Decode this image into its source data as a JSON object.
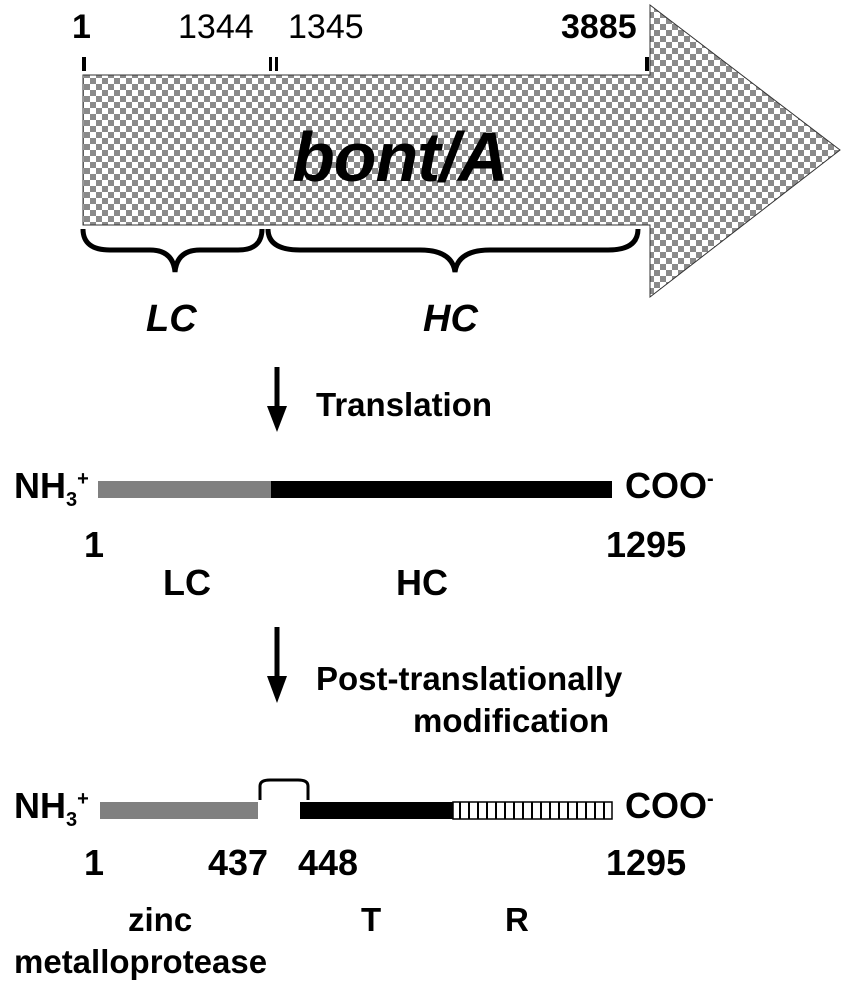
{
  "gene": {
    "name": "bont/A",
    "coord_start": "1",
    "coord_lc_end": "1344",
    "coord_hc_start": "1345",
    "coord_end": "3885",
    "lc_label": "LC",
    "hc_label": "HC"
  },
  "step1": {
    "label": "Translation"
  },
  "protein1": {
    "n_term": "NH",
    "n_term_sub": "3",
    "n_term_sup": "+",
    "c_term": "COO",
    "c_term_sup": "-",
    "start": "1",
    "end": "1295",
    "lc_label": "LC",
    "hc_label": "HC",
    "colors": {
      "lc": "#808080",
      "hc": "#000000"
    }
  },
  "step2": {
    "label_line1": "Post-translationally",
    "label_line2": "modification"
  },
  "protein2": {
    "n_term": "NH",
    "n_term_sub": "3",
    "n_term_sup": "+",
    "c_term": "COO",
    "c_term_sup": "-",
    "start": "1",
    "lc_end": "437",
    "hc_start": "448",
    "end": "1295",
    "domain_lc_line1": "zinc",
    "domain_lc_line2": "metalloprotease",
    "domain_t": "T",
    "domain_r": "R",
    "colors": {
      "lc": "#808080",
      "t": "#000000",
      "r": "#ffffff"
    }
  }
}
